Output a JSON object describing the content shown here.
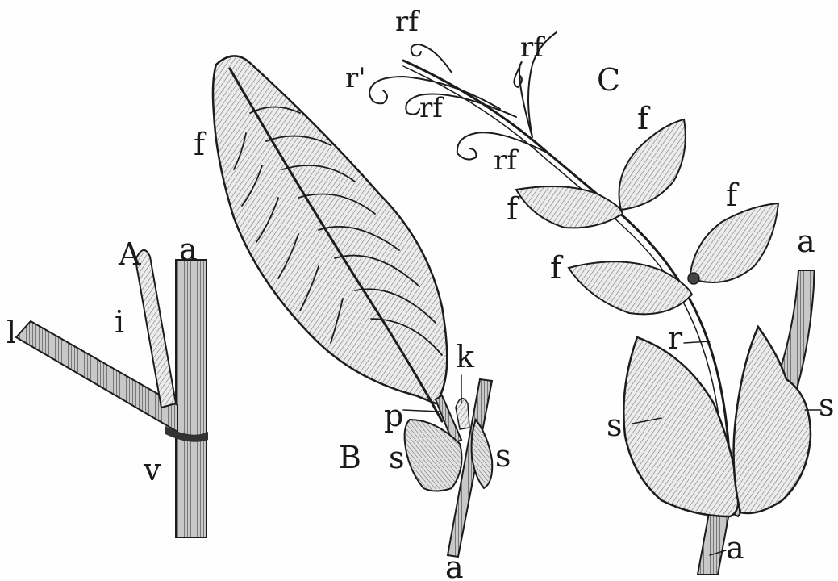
{
  "labels": {
    "figA": "A",
    "figB": "B",
    "figC": "C",
    "a_A_top": "a",
    "l_A": "l",
    "i_A": "i",
    "v_A": "v",
    "f_B": "f",
    "k_B": "k",
    "p_B": "p",
    "s_B_left": "s",
    "s_B_right": "s",
    "a_B_bottom": "a",
    "rf_1": "rf",
    "rf_2": "rf",
    "rf_3": "rf",
    "rf_4": "rf",
    "r_prime": "r'",
    "f_C_1": "f",
    "f_C_2": "f",
    "f_C_3": "f",
    "f_C_4": "f",
    "a_C_top": "a",
    "r_C": "r",
    "s_C_left": "s",
    "s_C_right": "s",
    "a_C_bottom": "a"
  }
}
